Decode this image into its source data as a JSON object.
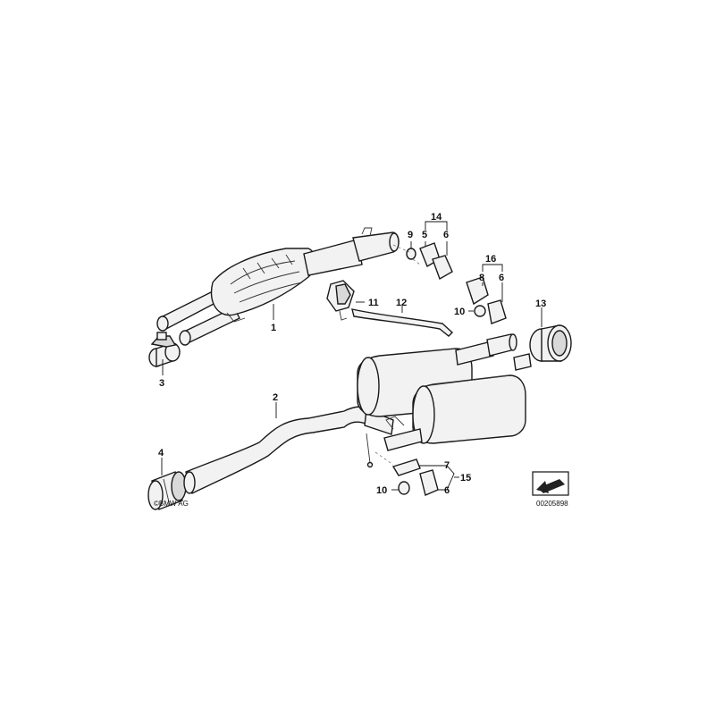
{
  "diagram": {
    "callouts": {
      "c1": "1",
      "c2": "2",
      "c3": "3",
      "c4": "4",
      "c5": "5",
      "c6a": "6",
      "c6b": "6",
      "c6c": "6",
      "c7": "7",
      "c8": "8",
      "c9": "9",
      "c10a": "10",
      "c10b": "10",
      "c11": "11",
      "c12": "12",
      "c13": "13",
      "c14": "14",
      "c15": "15",
      "c16": "16"
    },
    "copyright": "©BMW AG",
    "image_number": "00205898"
  }
}
